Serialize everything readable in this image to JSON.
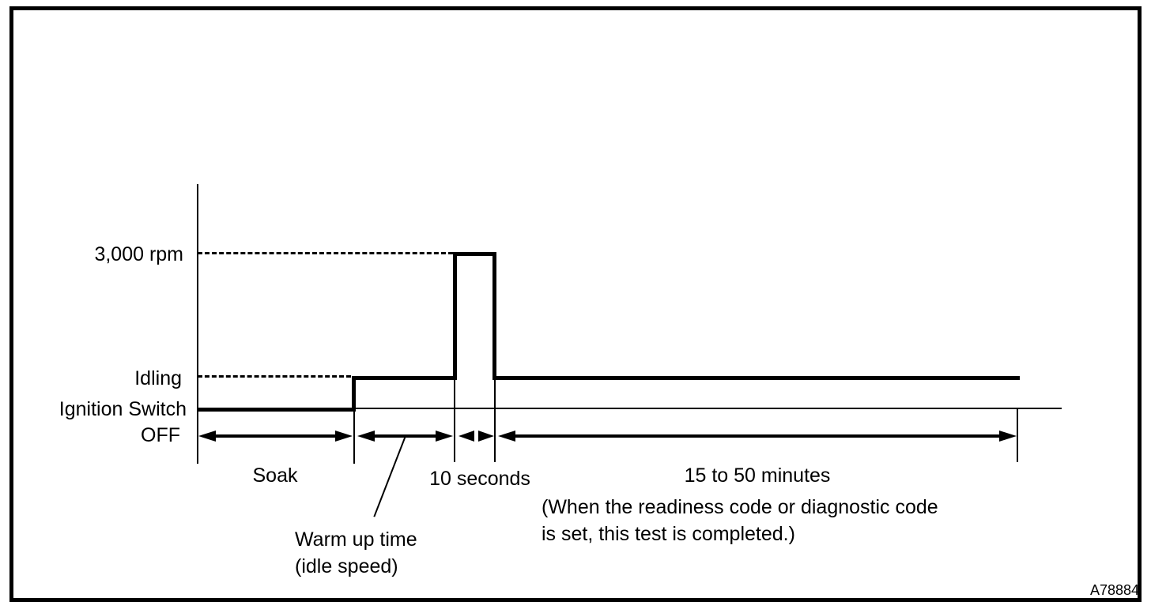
{
  "figure_code": "A78884",
  "colors": {
    "line": "#000000",
    "background": "#ffffff"
  },
  "axis_labels": {
    "rpm_3000": "3,000 rpm",
    "idling": "Idling",
    "ignition_switch": "Ignition Switch",
    "off": "OFF"
  },
  "span_labels": {
    "soak": "Soak",
    "ten_seconds": "10 seconds",
    "duration": "15 to 50 minutes",
    "duration_note_line1": "(When the readiness code or diagnostic code",
    "duration_note_line2": "is set, this test is completed.)",
    "warm_up_line1": "Warm up time",
    "warm_up_line2": "(idle speed)"
  },
  "chart_data": {
    "type": "line",
    "title": "",
    "xlabel": "",
    "ylabel": "",
    "y_levels": [
      "Ignition Switch OFF",
      "Idling",
      "3,000 rpm"
    ],
    "phases": [
      {
        "phase": "Soak",
        "engine_speed": "Ignition Switch OFF"
      },
      {
        "phase": "Warm up time (idle speed)",
        "engine_speed": "Idling"
      },
      {
        "phase": "10 seconds",
        "engine_speed": "3,000 rpm"
      },
      {
        "phase": "15 to 50 minutes (When the readiness code or diagnostic code is set, this test is completed.)",
        "engine_speed": "Idling"
      }
    ],
    "legend": "off",
    "grid": "off"
  }
}
